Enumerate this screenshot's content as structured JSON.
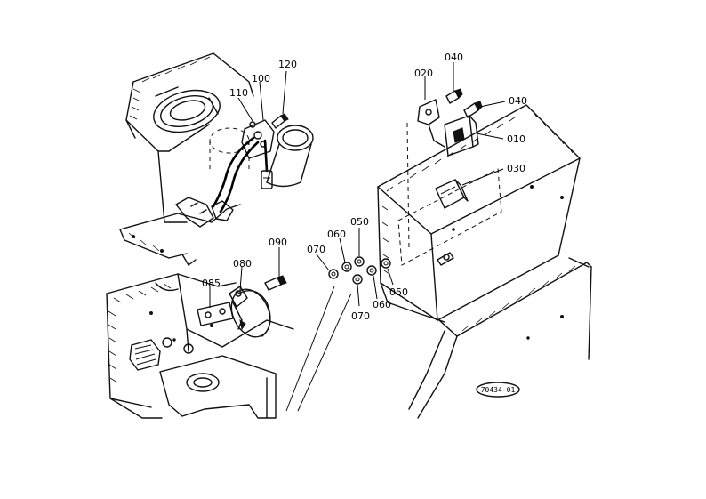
{
  "labels": [
    {
      "id": "120",
      "text": "120"
    },
    {
      "id": "100",
      "text": "100"
    },
    {
      "id": "110",
      "text": "110"
    },
    {
      "id": "040a",
      "text": "040"
    },
    {
      "id": "020",
      "text": "020"
    },
    {
      "id": "040b",
      "text": "040"
    },
    {
      "id": "010",
      "text": "010"
    },
    {
      "id": "030",
      "text": "030"
    },
    {
      "id": "090",
      "text": "090"
    },
    {
      "id": "080",
      "text": "080"
    },
    {
      "id": "085",
      "text": "085"
    },
    {
      "id": "050a",
      "text": "050"
    },
    {
      "id": "060a",
      "text": "060"
    },
    {
      "id": "070a",
      "text": "070"
    },
    {
      "id": "050b",
      "text": "050"
    },
    {
      "id": "060b",
      "text": "060"
    },
    {
      "id": "070b",
      "text": "070"
    }
  ],
  "stamp": "70434-01"
}
